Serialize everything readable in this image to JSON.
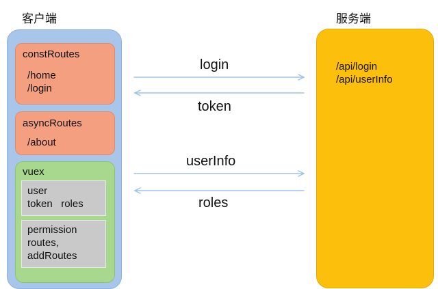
{
  "titles": {
    "client": "客户端",
    "server": "服务端"
  },
  "client": {
    "const_routes": {
      "title": "constRoutes",
      "items": [
        "/home",
        "/login"
      ]
    },
    "async_routes": {
      "title": "asyncRoutes",
      "items": [
        "/about"
      ]
    },
    "vuex": {
      "title": "vuex",
      "state_box": {
        "line1": "user",
        "line2": "token   roles"
      },
      "action_box": {
        "line1": "permission",
        "line2": "routes,",
        "line3": "addRoutes"
      }
    }
  },
  "server": {
    "apis": [
      "/api/login",
      "/api/userInfo"
    ]
  },
  "arrows": {
    "login": "login",
    "token": "token",
    "userinfo": "userInfo",
    "roles": "roles"
  },
  "colors": {
    "client_container": "#a8c6ea",
    "routes_box": "#f4a080",
    "vuex_box": "#a8d78e",
    "inner_box": "#c9c9c9",
    "server_container": "#fbbf0c",
    "arrow": "#9ec3ea"
  }
}
